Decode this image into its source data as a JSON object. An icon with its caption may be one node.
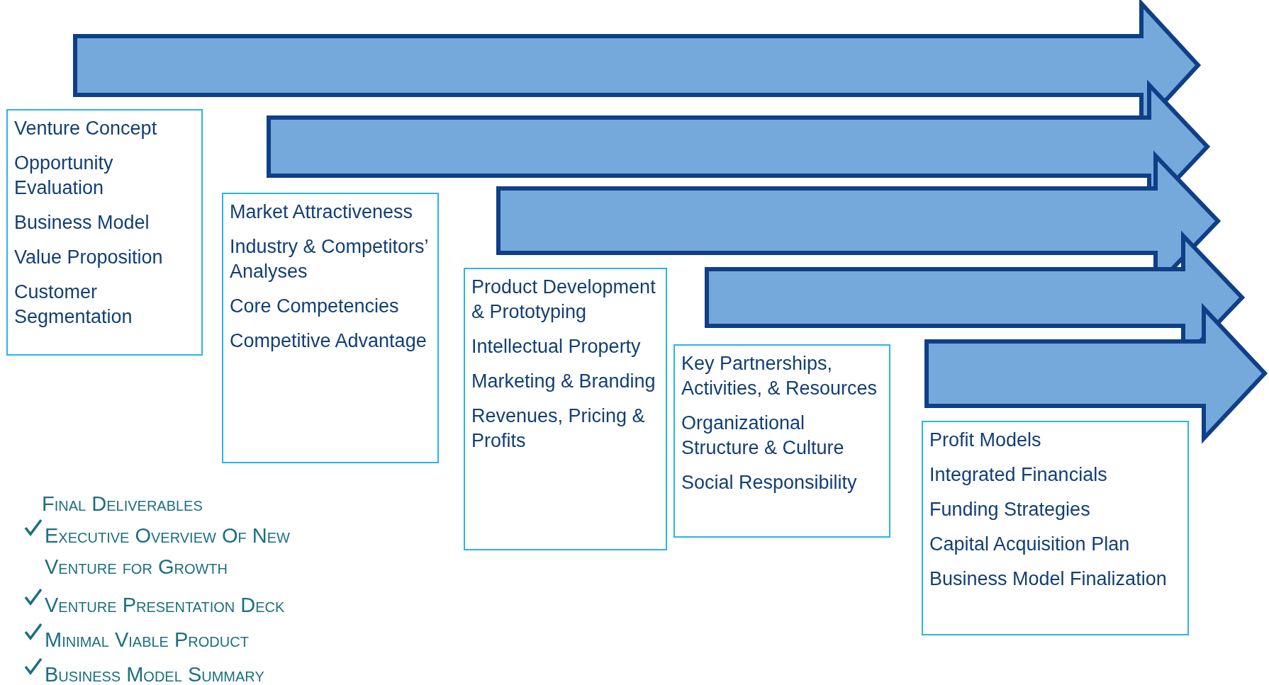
{
  "diagram": {
    "nodes": [
      {
        "text": [
          "Venture Concept",
          "Opportunity Evaluation",
          "Business Model",
          "Value Proposition",
          "Customer Segmentation"
        ]
      },
      {
        "text": [
          "Market Attractiveness",
          "Industry & Competitors’ Analyses",
          "Core Competencies",
          "Competitive Advantage"
        ]
      },
      {
        "text": [
          "Product Development & Prototyping",
          "Intellectual Property",
          "Marketing & Branding",
          "Revenues, Pricing & Profits"
        ]
      },
      {
        "text": [
          "Key Partnerships, Activities, & Resources",
          "Organizational Structure & Culture",
          "Social Responsibility"
        ]
      },
      {
        "text": [
          "Profit Models",
          "Integrated Financials",
          "Funding Strategies",
          "Capital Acquisition Plan",
          "Business Model Finalization"
        ]
      }
    ],
    "labels": [
      "Final Deliverables",
      "Executive Overview Of New Venture for Growth",
      "Venture Presentation Deck",
      "Minimal Viable Product",
      "Business Model Summary"
    ]
  }
}
